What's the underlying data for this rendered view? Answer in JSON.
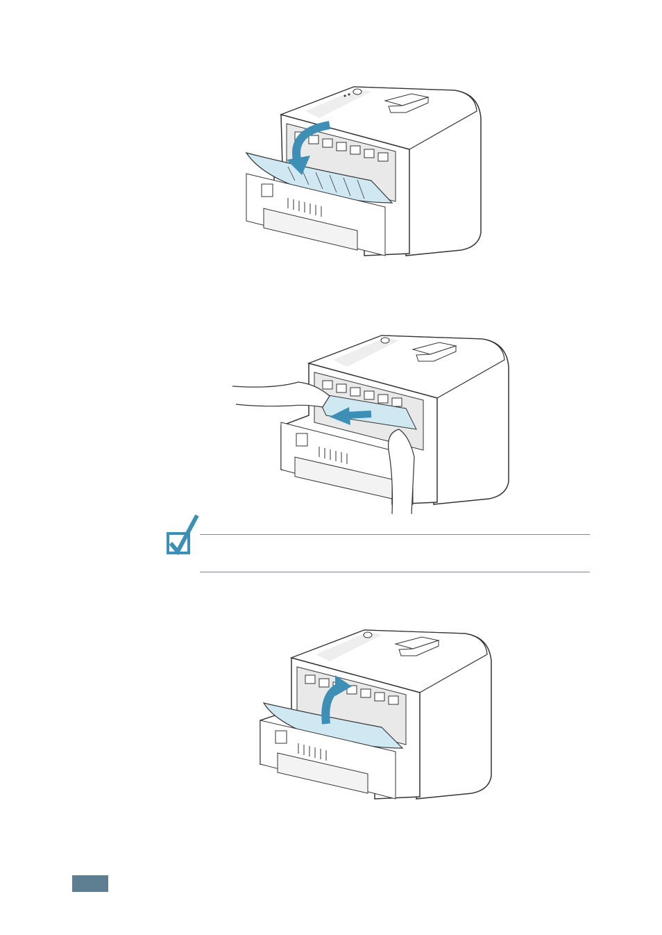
{
  "figures": [
    {
      "name": "open-rear-output-tray",
      "arrow": "down"
    },
    {
      "name": "pull-jammed-paper",
      "arrow": "left"
    },
    {
      "name": "close-rear-output-tray",
      "arrow": "up"
    }
  ],
  "note": {
    "icon": "checkmark-icon",
    "text": ""
  },
  "page_tab": {
    "color": "#5d7f91",
    "label": ""
  },
  "colors": {
    "accent": "#3d8fb5",
    "paper": "#cfe8f2",
    "line": "#333333"
  }
}
